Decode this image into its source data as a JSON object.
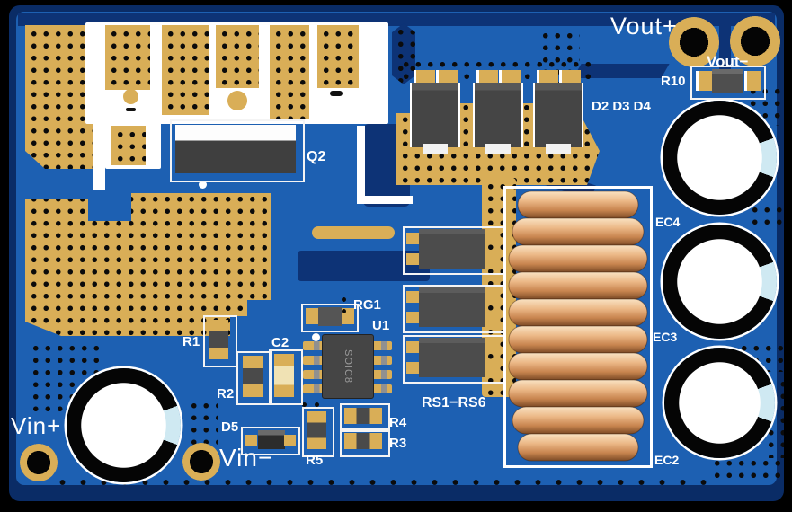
{
  "board": {
    "labels": {
      "vout_plus": "Vout+",
      "vout_minus": "Vout−",
      "r10": "R10",
      "diode_group": "D2 D3 D4",
      "q2": "Q2",
      "ec4": "EC4",
      "ec3": "EC3",
      "ec2": "EC2",
      "rg1": "RG1",
      "u1": "U1",
      "u1_package": "SOIC8",
      "c2": "C2",
      "r1": "R1",
      "r2": "R2",
      "d5": "D5",
      "r5": "R5",
      "r4": "R4",
      "r3": "R3",
      "rs_group": "RS1−RS6",
      "vin_plus": "Vin+",
      "vin_minus": "Vin−"
    },
    "colors": {
      "background": "#000000",
      "board_blue": "#1d60b2",
      "board_navy": "#0d3376",
      "copper_pour_gold": "#d9ae57",
      "silkscreen_white": "#ffffff",
      "component_body_gray": "#474747",
      "coil_copper": "#ecb988",
      "capacitor_top_white": "#ffffff"
    }
  }
}
